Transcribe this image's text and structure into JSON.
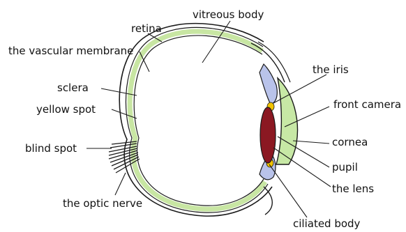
{
  "labels": {
    "vitreous_body": "vitreous body",
    "retina": "retina",
    "vascular_membrane": "the vascular membrane",
    "sclera": "sclera",
    "yellow_spot": "yellow spot",
    "blind_spot": "blind spot",
    "optic_nerve": "the optic nerve",
    "iris": "the iris",
    "front_camera": "front camera",
    "cornea": "cornea",
    "pupil": "pupil",
    "lens": "the lens",
    "ciliated_body": "ciliated body"
  },
  "colors": {
    "outline": "#1a1a1a",
    "choroid_green": "#c8e6a3",
    "iris_blue": "#b9c3ea",
    "lens_red": "#8b1822",
    "ciliary_yellow": "#f2c400",
    "front_chamber_green": "#c7e8a5"
  }
}
